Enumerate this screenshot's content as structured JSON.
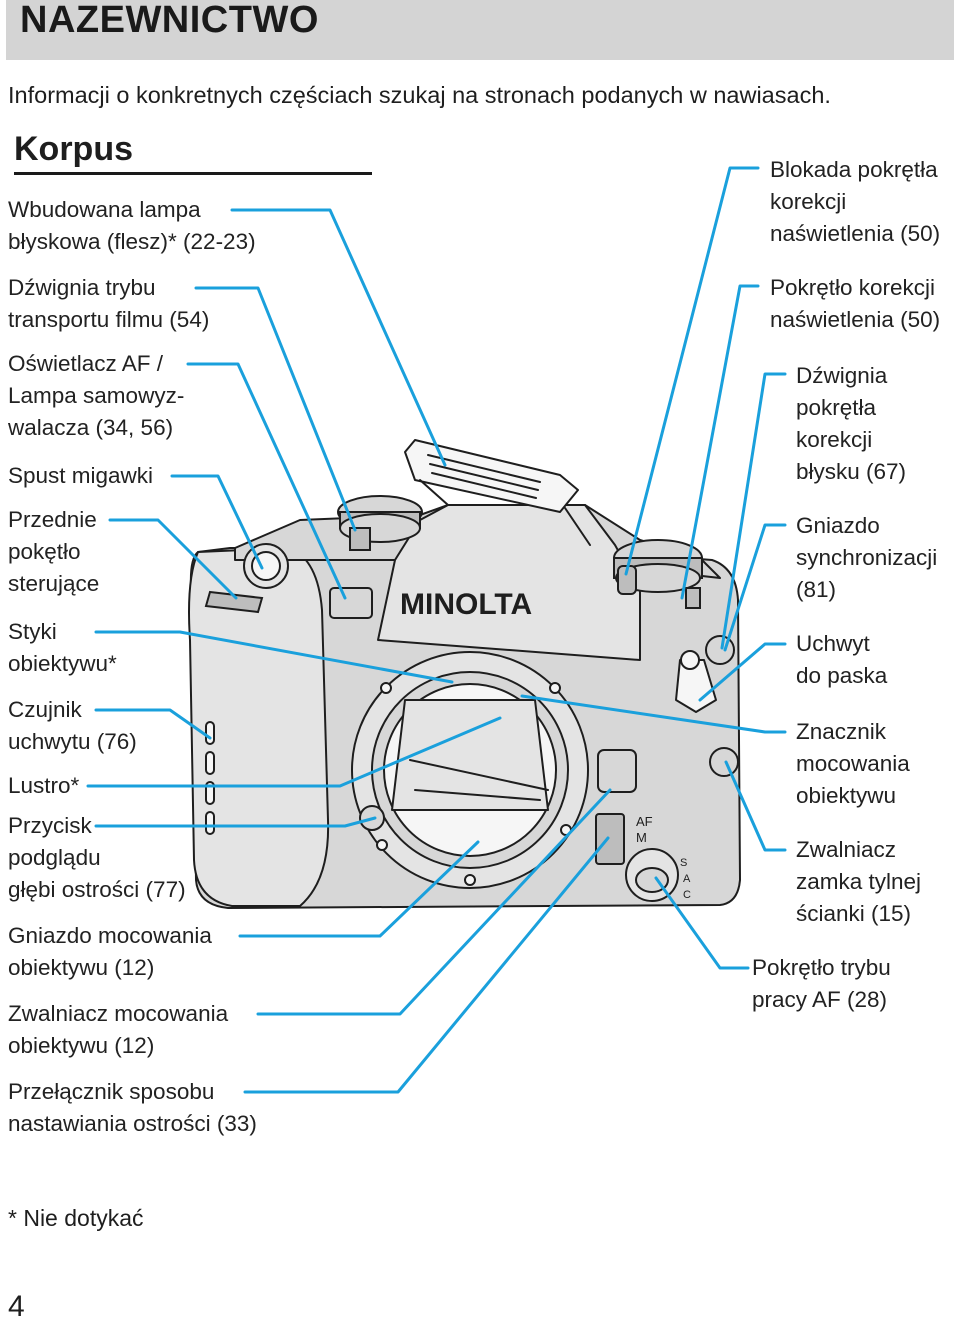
{
  "header": {
    "title": "NAZEWNICTWO"
  },
  "intro": "Informacji o konkretnych częściach szukaj na stronach podanych w nawiasach.",
  "section": {
    "title": "Korpus"
  },
  "left_labels": [
    {
      "lines": [
        "Wbudowana lampa",
        "błyskowa (flesz)* (22-23)"
      ]
    },
    {
      "lines": [
        "Dźwignia trybu",
        "transportu filmu (54)"
      ]
    },
    {
      "lines": [
        "Oświetlacz AF /",
        "Lampa samowyz-",
        "walacza (34, 56)"
      ]
    },
    {
      "lines": [
        "Spust migawki"
      ]
    },
    {
      "lines": [
        "Przednie",
        "pokętło",
        "sterujące"
      ]
    },
    {
      "lines": [
        "Styki",
        "obiektywu*"
      ]
    },
    {
      "lines": [
        "Czujnik",
        "uchwytu (76)"
      ]
    },
    {
      "lines": [
        "Lustro*"
      ]
    },
    {
      "lines": [
        "Przycisk",
        "podglądu",
        "głębi ostrości (77)"
      ]
    },
    {
      "lines": [
        "Gniazdo mocowania",
        "obiektywu (12)"
      ]
    },
    {
      "lines": [
        "Zwalniacz mocowania",
        "obiektywu (12)"
      ]
    },
    {
      "lines": [
        "Przełącznik sposobu",
        "nastawiania ostrości (33)"
      ]
    }
  ],
  "right_labels": [
    {
      "lines": [
        "Blokada pokrętła",
        "korekcji",
        "naświetlenia (50)"
      ]
    },
    {
      "lines": [
        "Pokrętło korekcji",
        "naświetlenia (50)"
      ]
    },
    {
      "lines": [
        "Dźwignia",
        "pokrętła",
        "korekcji",
        "błysku (67)"
      ]
    },
    {
      "lines": [
        "Gniazdo",
        "synchronizacji",
        "(81)"
      ]
    },
    {
      "lines": [
        "Uchwyt",
        "do paska"
      ]
    },
    {
      "lines": [
        "Znacznik",
        "mocowania",
        "obiektywu"
      ]
    },
    {
      "lines": [
        "Zwalniacz",
        "zamka tylnej",
        "ścianki (15)"
      ]
    },
    {
      "lines": [
        "Pokrętło trybu",
        "pracy AF (28)"
      ]
    }
  ],
  "camera": {
    "brand": "MINOLTA",
    "af_label": "AF",
    "m_label": "M",
    "mode_letters": [
      "S",
      "A",
      "C"
    ]
  },
  "footnote": "* Nie dotykać",
  "page_number": "4",
  "colors": {
    "leader": "#1aa0dc",
    "header_bg": "#d4d4d4",
    "camera_fill": "#d7d7d7"
  }
}
